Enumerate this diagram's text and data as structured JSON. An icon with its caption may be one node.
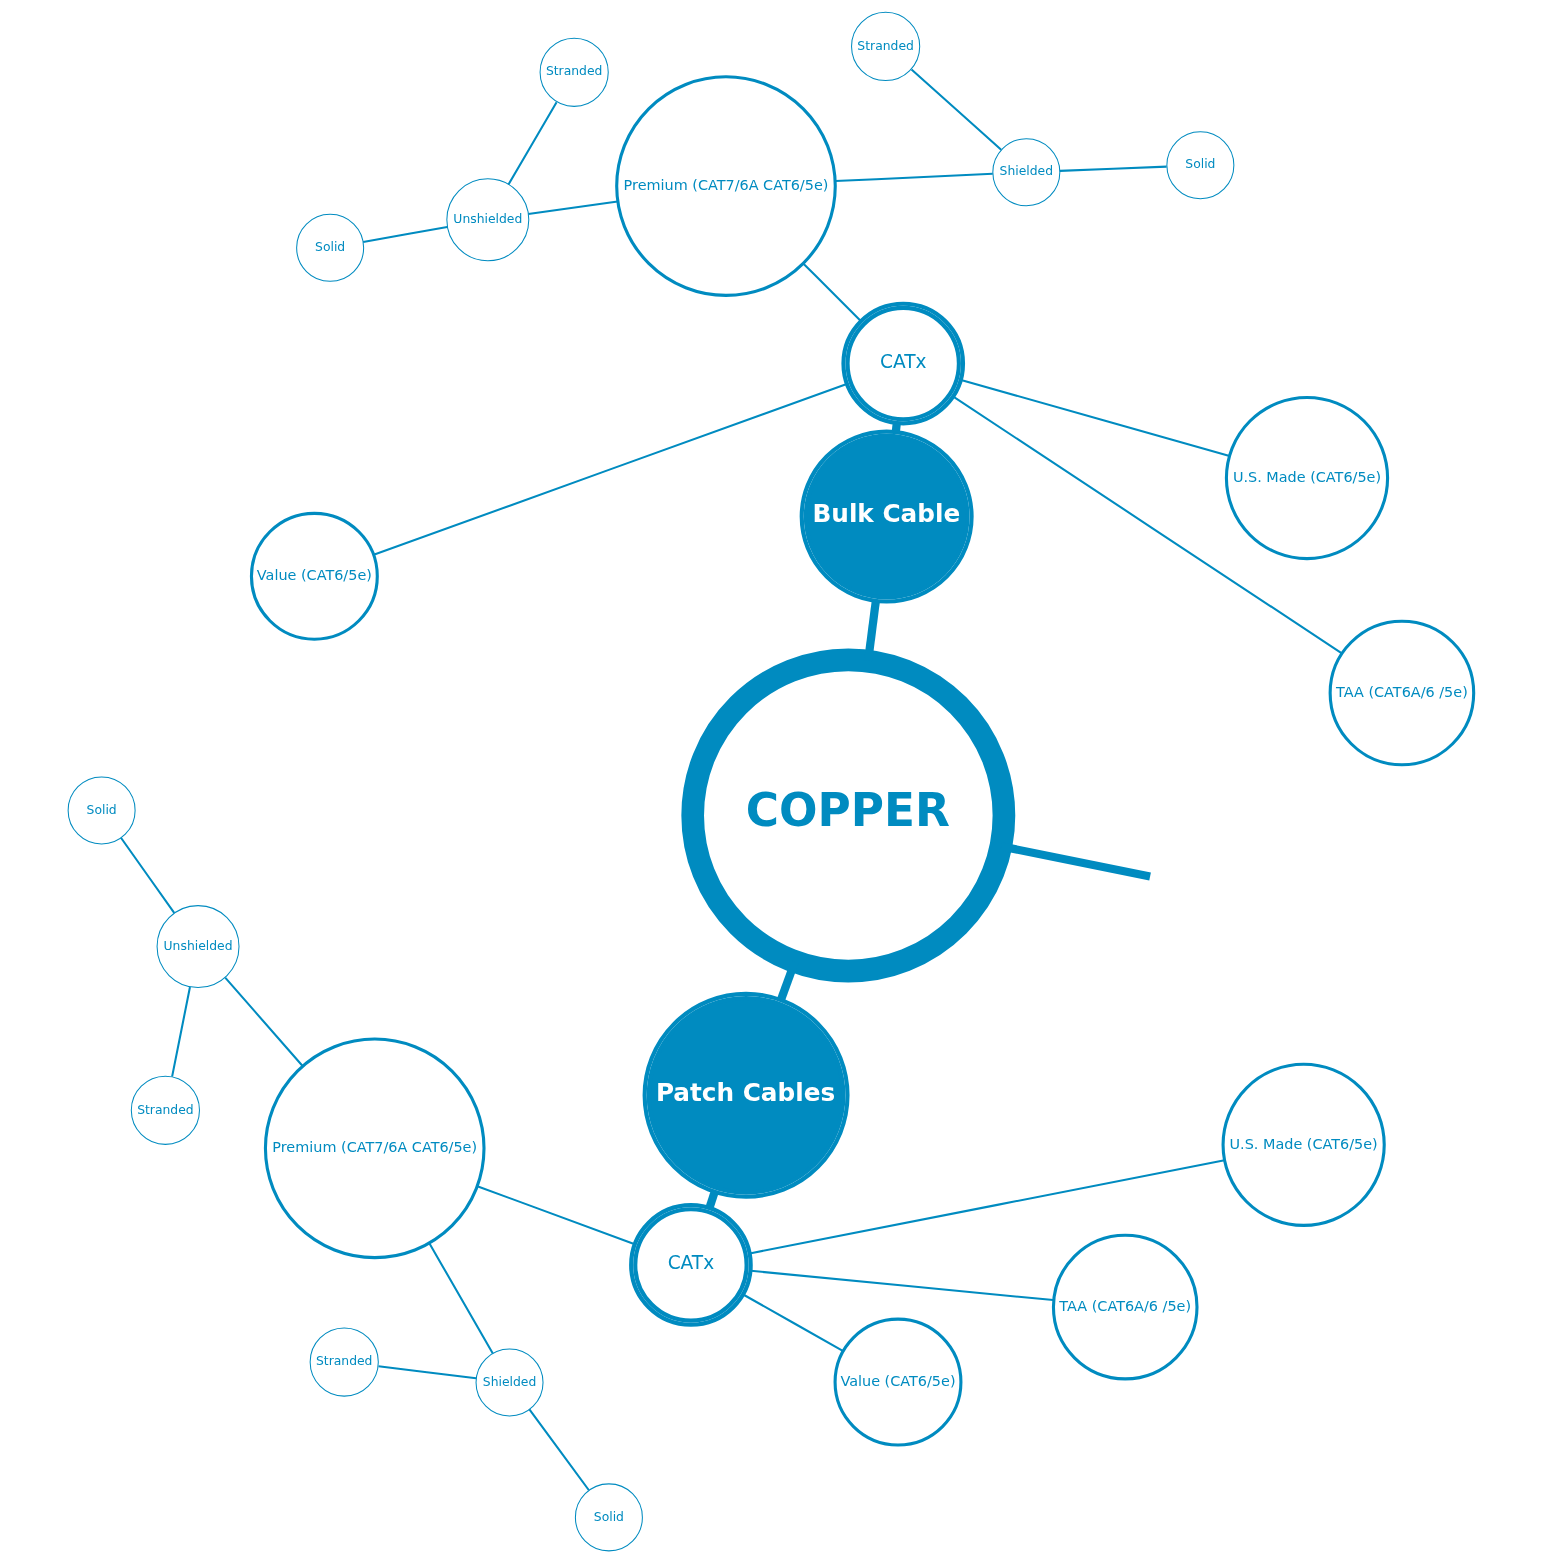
{
  "diagram": {
    "nodes": [
      {
        "text": [
          "COPPER"
        ]
      },
      {
        "text": [
          "Bulk Cable"
        ]
      },
      {
        "text": [
          "CATx"
        ]
      },
      {
        "text": [
          "TAA (CAT6A/6 /5e)"
        ]
      },
      {
        "text": [
          "U.S. Made (CAT6/5e)"
        ]
      },
      {
        "text": [
          "Premium (CAT7/6A CAT6/5e)"
        ]
      },
      {
        "text": [
          "Value (CAT6/5e)"
        ]
      },
      {
        "text": [
          "Shielded"
        ]
      },
      {
        "text": [
          "Unshielded"
        ]
      },
      {
        "text": [
          "Stranded"
        ]
      },
      {
        "text": [
          "Solid"
        ]
      },
      {
        "text": [
          "Stranded"
        ]
      },
      {
        "text": [
          "Solid"
        ]
      },
      {
        "text": [
          "Patch Cables"
        ]
      },
      {
        "text": [
          "Solid"
        ]
      },
      {
        "text": [
          "CATx"
        ]
      },
      {
        "text": [
          "Unshielded"
        ]
      },
      {
        "text": [
          "Stranded"
        ]
      },
      {
        "text": [
          "Premium (CAT7/6A CAT6/5e)"
        ]
      },
      {
        "text": [
          "Shielded"
        ]
      },
      {
        "text": [
          "Stranded"
        ]
      },
      {
        "text": [
          "Value (CAT6/5e)"
        ]
      },
      {
        "text": [
          "Solid"
        ]
      },
      {
        "text": [
          "TAA (CAT6A/6 /5e)"
        ]
      },
      {
        "text": [
          "U.S. Made (CAT6/5e)"
        ]
      }
    ],
    "edges": [
      {
        "from": 0,
        "to": 1,
        "arrow": "none",
        "style": "thick"
      },
      {
        "from": 1,
        "to": 2,
        "arrow": "none",
        "style": "thick"
      },
      {
        "from": 2,
        "to": 3,
        "arrow": "none"
      },
      {
        "from": 2,
        "to": 4,
        "arrow": "none"
      },
      {
        "from": 2,
        "to": 5,
        "arrow": "none"
      },
      {
        "from": 2,
        "to": 6,
        "arrow": "none"
      },
      {
        "from": 5,
        "to": 7,
        "arrow": "none"
      },
      {
        "from": 5,
        "to": 8,
        "arrow": "none"
      },
      {
        "from": 8,
        "to": 9,
        "arrow": "none"
      },
      {
        "from": 8,
        "to": 12,
        "arrow": "none"
      },
      {
        "from": 7,
        "to": 10,
        "arrow": "none"
      },
      {
        "from": 7,
        "to": 11,
        "arrow": "none"
      },
      {
        "from": 0,
        "to": 13,
        "arrow": "none",
        "style": "thick"
      },
      {
        "from": 0,
        "to": null,
        "arrow": "none",
        "style": "thick"
      },
      {
        "from": 13,
        "to": 15,
        "arrow": "none",
        "style": "thick"
      },
      {
        "from": 15,
        "to": 18,
        "arrow": "none"
      },
      {
        "from": 15,
        "to": 21,
        "arrow": "none"
      },
      {
        "from": 15,
        "to": 23,
        "arrow": "none"
      },
      {
        "from": 15,
        "to": 24,
        "arrow": "none"
      },
      {
        "from": 18,
        "to": 16,
        "arrow": "none"
      },
      {
        "from": 18,
        "to": 19,
        "arrow": "none"
      },
      {
        "from": 16,
        "to": 14,
        "arrow": "none"
      },
      {
        "from": 16,
        "to": 17,
        "arrow": "none"
      },
      {
        "from": 19,
        "to": 20,
        "arrow": "none"
      },
      {
        "from": 19,
        "to": 22,
        "arrow": "none"
      }
    ]
  }
}
